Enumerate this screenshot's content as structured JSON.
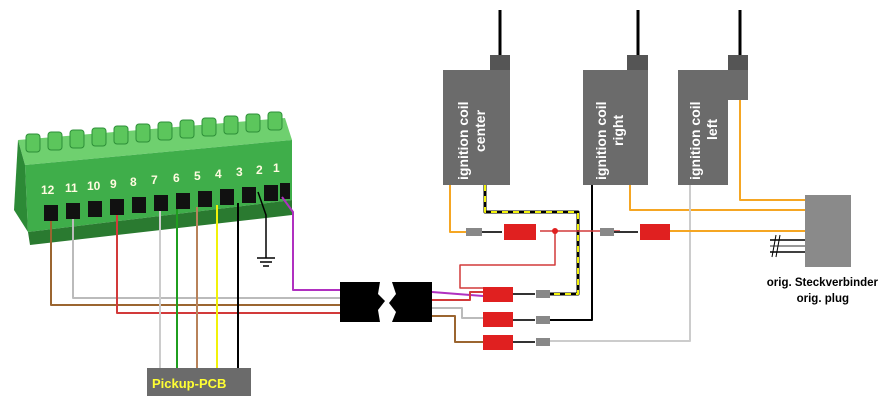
{
  "coils": [
    {
      "line1": "ignition coil",
      "line2": "center"
    },
    {
      "line1": "ignition coil",
      "line2": "right"
    },
    {
      "line1": "ignition coil",
      "line2": "left"
    }
  ],
  "terminal_numbers": [
    "12",
    "11",
    "10",
    "9",
    "8",
    "7",
    "6",
    "5",
    "4",
    "3",
    "2",
    "1"
  ],
  "pcb_label": "Pickup-PCB",
  "plug_label_line1": "orig. Steckverbinder",
  "plug_label_line2": "orig. plug",
  "colors": {
    "terminal_green": "#3fae4a",
    "coil_gray": "#6b6b6b",
    "connector_red": "#e02020",
    "wire_orange": "#f5a623",
    "wire_purple": "#b030c0",
    "wire_brown": "#9b6530",
    "wire_red": "#d23a3a",
    "wire_gray": "#bbbbbb",
    "wire_green": "#1f9e1f",
    "wire_yellow": "#f2f20a",
    "wire_black": "#000000"
  }
}
